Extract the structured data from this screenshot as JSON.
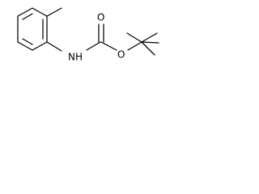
{
  "molecule": {
    "atoms": {
      "O_carbonyl": "O",
      "O_ester": "O",
      "N_amide": "NH"
    }
  }
}
